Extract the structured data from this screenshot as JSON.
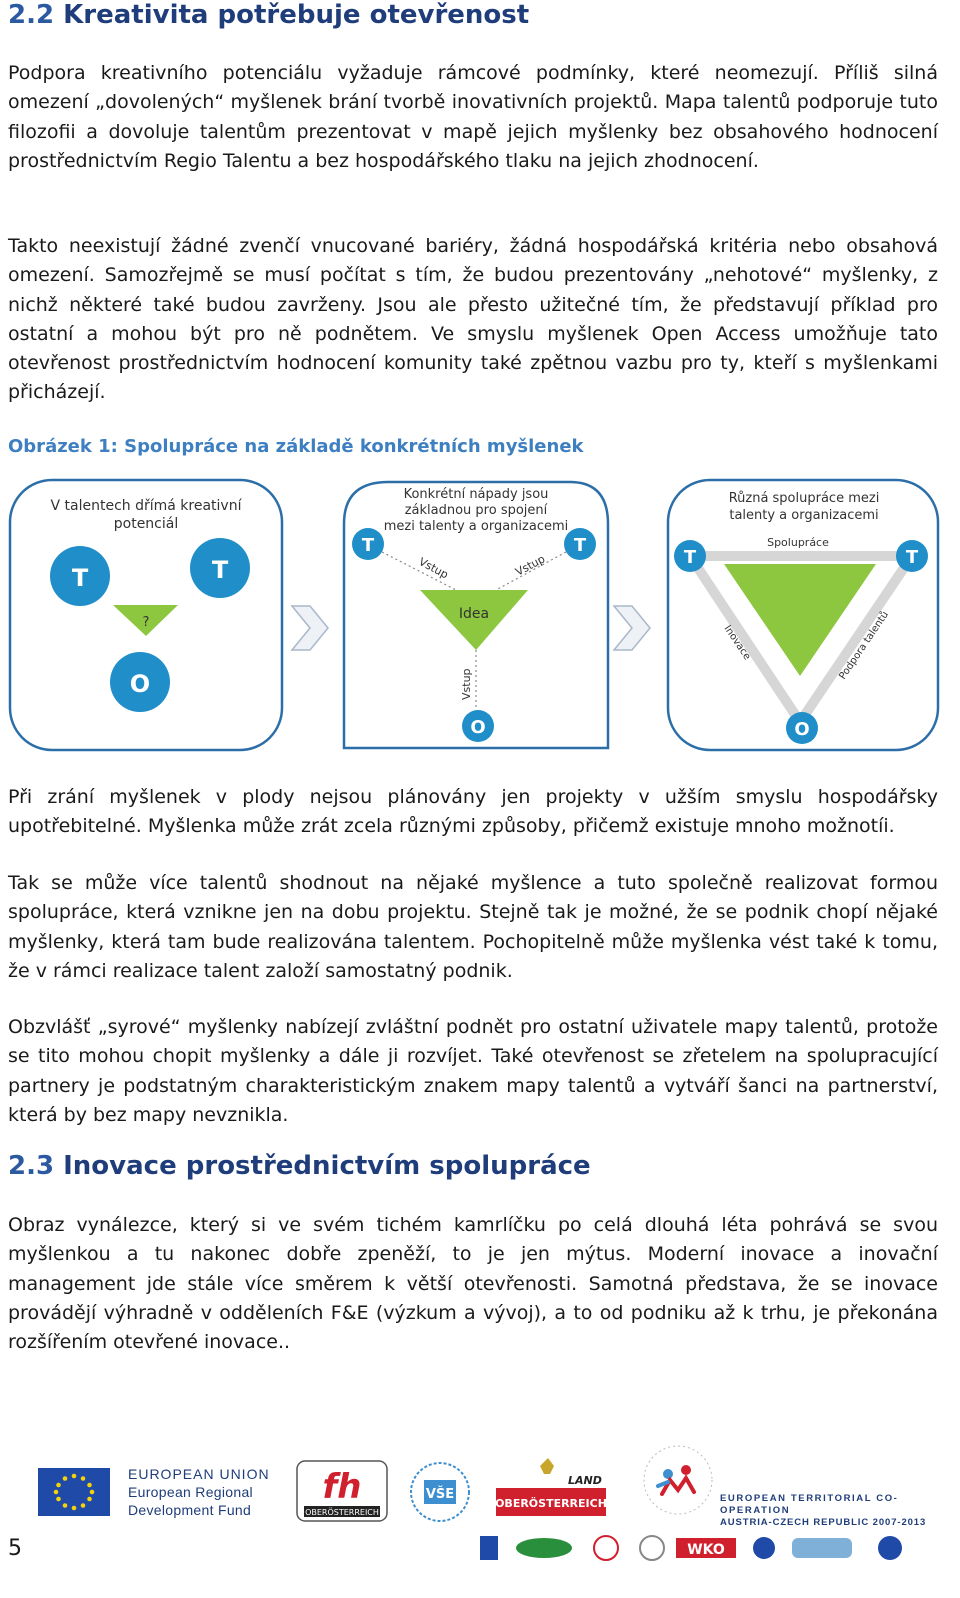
{
  "section1": {
    "number": "2.2",
    "title": "Kreativita potřebuje otevřenost",
    "p1": "Podpora kreativního potenciálu vyžaduje rámcové podmínky, které neomezují. Příliš silná omezení „dovolených“ myšlenek brání tvorbě inovativních projektů. Mapa talentů podporuje tuto filozofii a dovoluje talentům prezentovat v mapě jejich myšlenky bez obsahového hodnocení prostřednictvím Regio Talentu a bez hospodářského tlaku na jejich zhodnocení.",
    "p2": "Takto neexistují žádné zvenčí vnucované bariéry, žádná hospodářská kritéria nebo obsahová omezení. Samozřejmě se musí počítat s tím, že budou prezentovány „nehotové“ myšlenky, z nichž některé také budou zavrženy. Jsou ale přesto užitečné tím, že představují příklad pro ostatní a mohou být pro ně podnětem. Ve smyslu myšlenek Open Access umožňuje tato otevřenost prostřednictvím hodnocení komunity také zpětnou vazbu pro ty, kteří s myšlenkami přicházejí."
  },
  "figure": {
    "caption": "Obrázek 1: Spolupráce na základě konkrétních myšlenek",
    "panel1": {
      "title_l1": "V talentech dřímá kreativní",
      "title_l2": "potenciál",
      "t": "T",
      "o": "O",
      "q": "?"
    },
    "panel2": {
      "title_l1": "Konkrétní nápady jsou",
      "title_l2": "základnou pro spojení",
      "title_l3": "mezi talenty a organizacemi",
      "t": "T",
      "o": "O",
      "idea": "Idea",
      "in_left": "Vstup",
      "in_right": "Vstup",
      "in_bottom": "Vstup"
    },
    "panel3": {
      "title_l1": "Různá spolupráce mezi",
      "title_l2": "talenty a organizacemi",
      "coop": "Spolupráce",
      "t": "T",
      "o": "O",
      "left_edge": "Inovace",
      "right_edge": "Podpora talentů"
    },
    "colors": {
      "green": "#8dc63f",
      "circle": "#1f8ec9",
      "frame": "#2c6fa8"
    }
  },
  "p3": "Při zrání myšlenek v plody nejsou plánovány jen projekty v užším smyslu hospodářsky upotřebitelné. Myšlenka může zrát zcela různými způsoby, přičemž existuje mnoho možnotíi.",
  "p4": "Tak se může více talentů shodnout na nějaké myšlence a tuto společně realizovat formou spolupráce, která vznikne jen na dobu projektu. Stejně tak je možné, že se podnik chopí nějaké myšlenky, která tam bude realizována talentem. Pochopitelně může myšlenka vést také k tomu, že v rámci realizace talent založí samostatný podnik.",
  "p5": "Obzvlášť „syrové“ myšlenky nabízejí zvláštní podnět pro ostatní uživatele mapy talentů, protože se tito mohou chopit myšlenky a dále ji rozvíjet. Také otevřenost se zřetelem na spolupracující partnery je podstatným charakteristickým znakem mapy talentů a vytváří šanci na partnerství, která by bez mapy nevznikla.",
  "section2": {
    "number": "2.3",
    "title": "Inovace prostřednictvím spolupráce",
    "p1": "Obraz vynálezce, který si ve svém tichém kamrlíčku po celá dlouhá léta pohrává se svou myšlenkou a tu nakonec dobře zpeněží, to je jen mýtus. Moderní inovace a inovační management jde stále více směrem k větší otevřenosti. Samotná představa, že se inovace provádějí výhradně v odděleních F&E (výzkum a vývoj), a to od podniku až k trhu, je překonána rozšířením otevřené inovace.."
  },
  "footer": {
    "page_number": "5",
    "eu_l1": "EUROPEAN UNION",
    "eu_l2": "European Regional",
    "eu_l3": "Development Fund",
    "fh_label": "OBERÖSTERREICH",
    "land_l1": "LAND",
    "land_l2": "OBERÖSTERREICH",
    "vse": "VŠE",
    "etc_l1": "EUROPEAN TERRITORIAL CO-OPERATION",
    "etc_l2": "AUSTRIA-CZECH REPUBLIC 2007-2013",
    "wko": "WKO"
  }
}
